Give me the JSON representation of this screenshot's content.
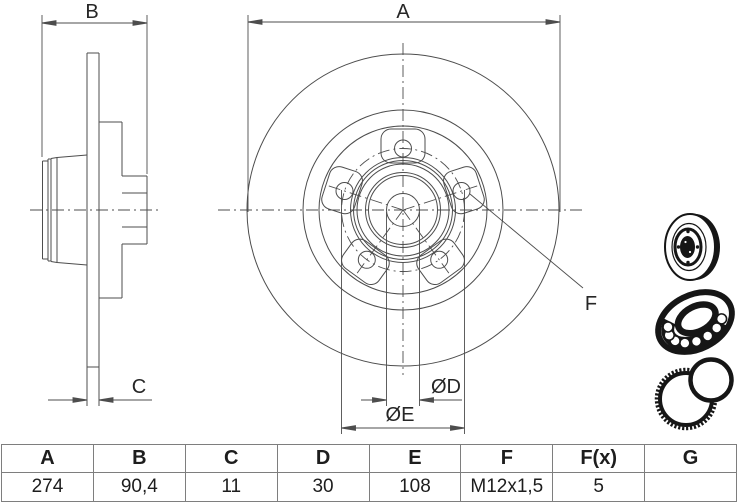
{
  "drawing": {
    "labels": {
      "diameter_a": "A",
      "width_b": "B",
      "thickness_c": "C",
      "bore_d": "ØD",
      "pitch_e": "ØE",
      "thread_f": "F"
    },
    "views": [
      "side-section-view",
      "front-view"
    ],
    "colors": {
      "line": "#4d4d4d",
      "text": "#262626",
      "table_border": "#7e7e7e",
      "icon_ink": "#161616",
      "background": "#ffffff"
    }
  },
  "icons": [
    {
      "name": "brake-disc-icon"
    },
    {
      "name": "wheel-bearing-icon"
    },
    {
      "name": "abs-ring-icon"
    }
  ],
  "table": {
    "headers": [
      "A",
      "B",
      "C",
      "D",
      "E",
      "F",
      "F(x)",
      "G"
    ],
    "values": [
      "274",
      "90,4",
      "11",
      "30",
      "108",
      "M12x1,5",
      "5",
      ""
    ]
  }
}
